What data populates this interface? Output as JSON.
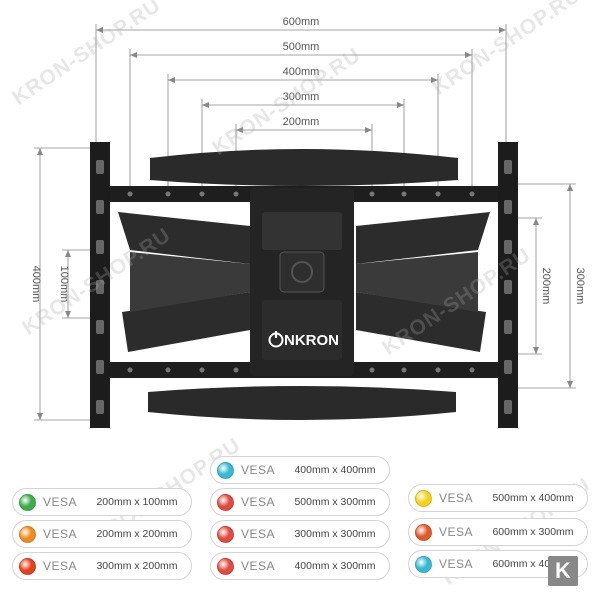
{
  "dimensions": {
    "horizontal": [
      "600mm",
      "500mm",
      "400mm",
      "300mm",
      "200mm"
    ],
    "left_vertical": [
      "400mm",
      "100mm"
    ],
    "right_vertical": [
      "200mm",
      "300mm"
    ]
  },
  "brand": {
    "logo_text": "NKRON"
  },
  "watermark": "KRON-SHOP.RU",
  "badge": "K",
  "vesa": {
    "label": "VESA",
    "items": [
      {
        "size": "400mm x 400mm",
        "color": "#36b9d4"
      },
      {
        "size": "200mm x 100mm",
        "color": "#3cae4a"
      },
      {
        "size": "500mm x 300mm",
        "color": "#e04b3e"
      },
      {
        "size": "500mm x 400mm",
        "color": "#f5d21e"
      },
      {
        "size": "200mm x 200mm",
        "color": "#f08c1e"
      },
      {
        "size": "300mm x 300mm",
        "color": "#e04b3e"
      },
      {
        "size": "600mm x 300mm",
        "color": "#e05a2a"
      },
      {
        "size": "300mm x 200mm",
        "color": "#e8401c"
      },
      {
        "size": "400mm x 300mm",
        "color": "#e04b3e"
      },
      {
        "size": "600mm x 400mm",
        "color": "#36b9d4"
      }
    ]
  }
}
